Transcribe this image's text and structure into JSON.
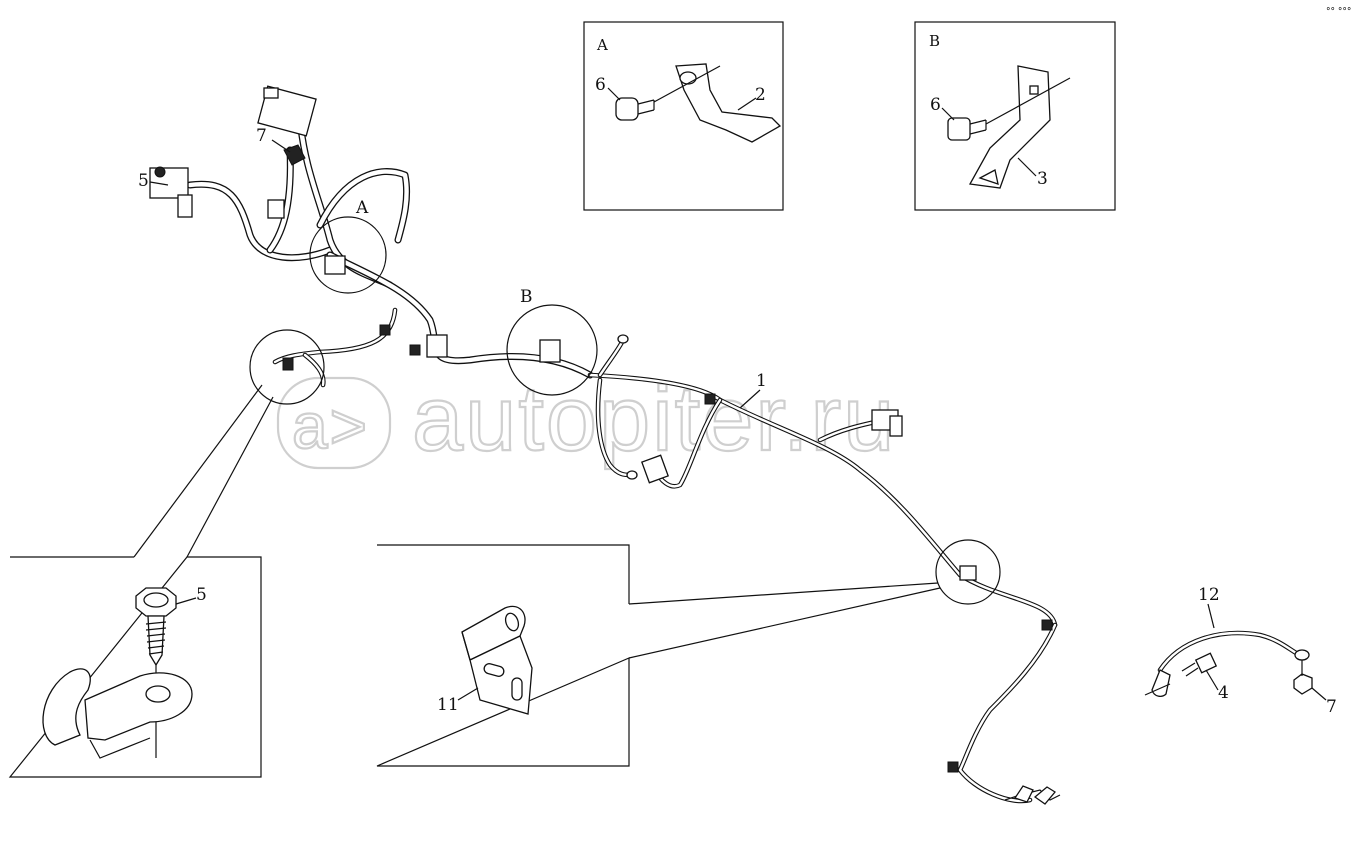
{
  "watermark": {
    "text": "autopiter.ru",
    "logo_glyph": "a>"
  },
  "corner_mark": "°° °°°",
  "callouts": {
    "c1": "1",
    "c2": "2",
    "c3": "3",
    "c4": "4",
    "c5": "5",
    "c5_detail": "5",
    "c6_a": "6",
    "c6_b": "6",
    "c7_top": "7",
    "c7_right": "7",
    "c11": "11",
    "c12": "12"
  },
  "detail_refs": {
    "a_main": "A",
    "b_main": "B",
    "a_box": "A",
    "b_box": "B"
  }
}
